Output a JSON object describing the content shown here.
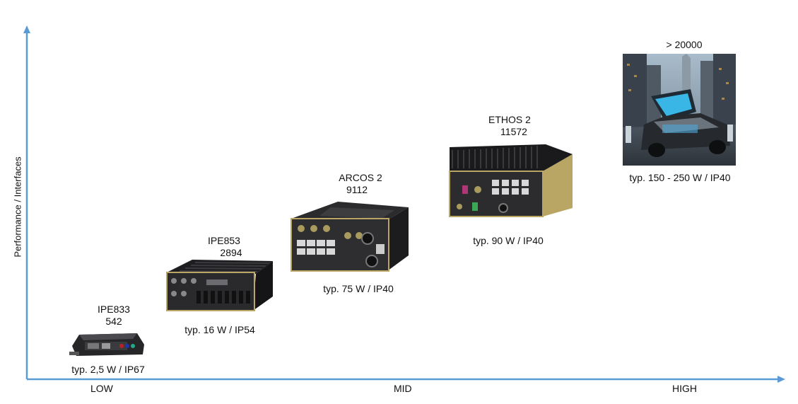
{
  "axes": {
    "y_label": "Performance / Interfaces",
    "x_ticks": [
      "LOW",
      "MID",
      "HIGH"
    ]
  },
  "colors": {
    "axis": "#5b9bd5",
    "device_dark": "#2a2a2c",
    "device_gold": "#b9a664"
  },
  "products": [
    {
      "name": "IPE833",
      "score": "542",
      "spec": "typ. 2,5 W / IP67",
      "image": "ipe833-device-photo"
    },
    {
      "name": "IPE853",
      "score": "2894",
      "spec": "typ. 16 W / IP54",
      "image": "ipe853-device-photo"
    },
    {
      "name": "ARCOS 2",
      "score": "9112",
      "spec": "typ. 75 W / IP40",
      "image": "arcos2-device-photo"
    },
    {
      "name": "ETHOS 2",
      "score": "11572",
      "spec": "typ. 90 W / IP40",
      "image": "ethos2-device-photo"
    },
    {
      "name": "",
      "score": "> 20000",
      "spec": "typ. 150 - 250 W / IP40",
      "image": "car-city-photo"
    }
  ]
}
